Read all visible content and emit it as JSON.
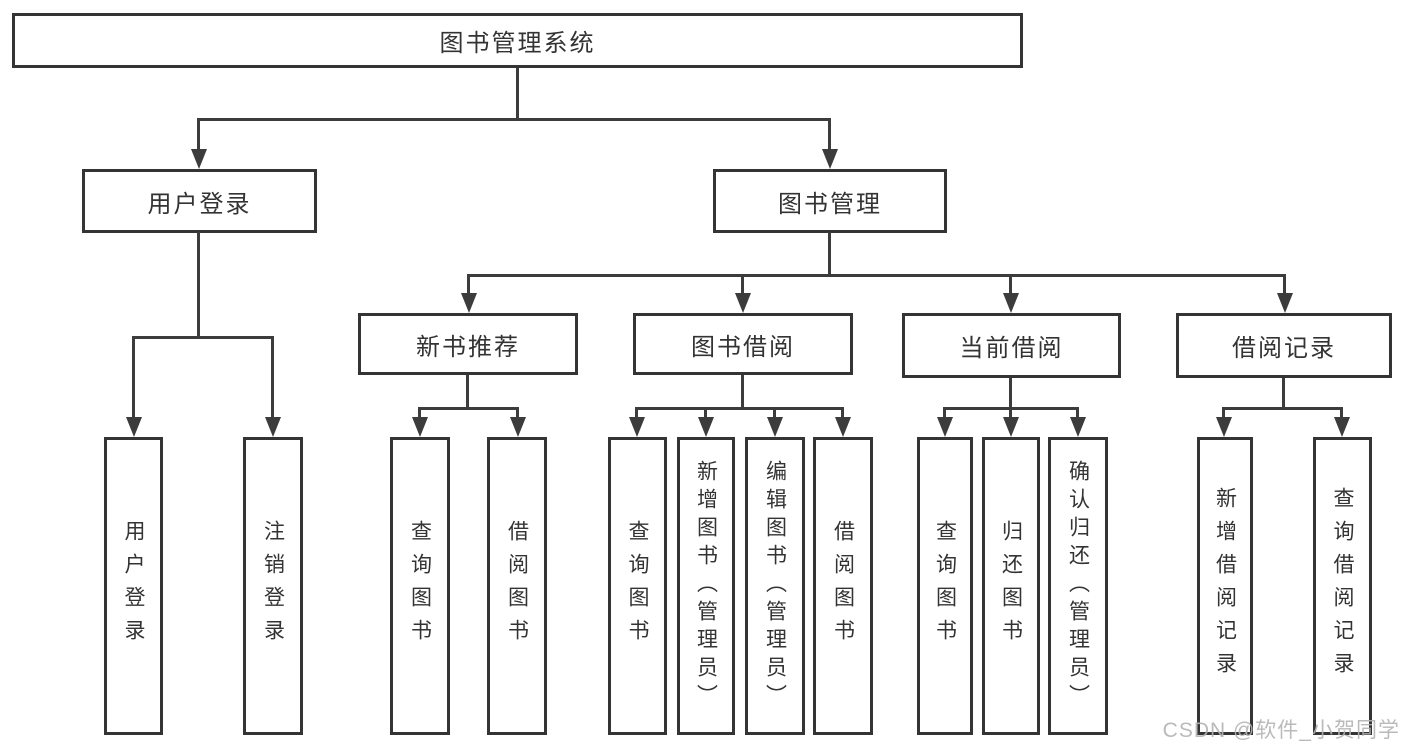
{
  "tree": {
    "label": "图书管理系统",
    "children": [
      {
        "label": "用户登录",
        "children": [
          {
            "label": "用户登录"
          },
          {
            "label": "注销登录"
          }
        ]
      },
      {
        "label": "图书管理",
        "children": [
          {
            "label": "新书推荐",
            "children": [
              {
                "label": "查询图书"
              },
              {
                "label": "借阅图书"
              }
            ]
          },
          {
            "label": "图书借阅",
            "children": [
              {
                "label": "查询图书"
              },
              {
                "label": "新增图书（管理员）"
              },
              {
                "label": "编辑图书（管理员）"
              },
              {
                "label": "借阅图书"
              }
            ]
          },
          {
            "label": "当前借阅",
            "children": [
              {
                "label": "查询图书"
              },
              {
                "label": "归还图书"
              },
              {
                "label": "确认归还（管理员）"
              }
            ]
          },
          {
            "label": "借阅记录",
            "children": [
              {
                "label": "新增借阅记录"
              },
              {
                "label": "查询借阅记录"
              }
            ]
          }
        ]
      }
    ]
  },
  "watermark": "CSDN @软件_小贺同学",
  "colors": {
    "line": "#3c3c3c",
    "box_border": "#343434",
    "text": "#333333",
    "watermark": "#b2b2b2",
    "background": "#ffffff"
  }
}
